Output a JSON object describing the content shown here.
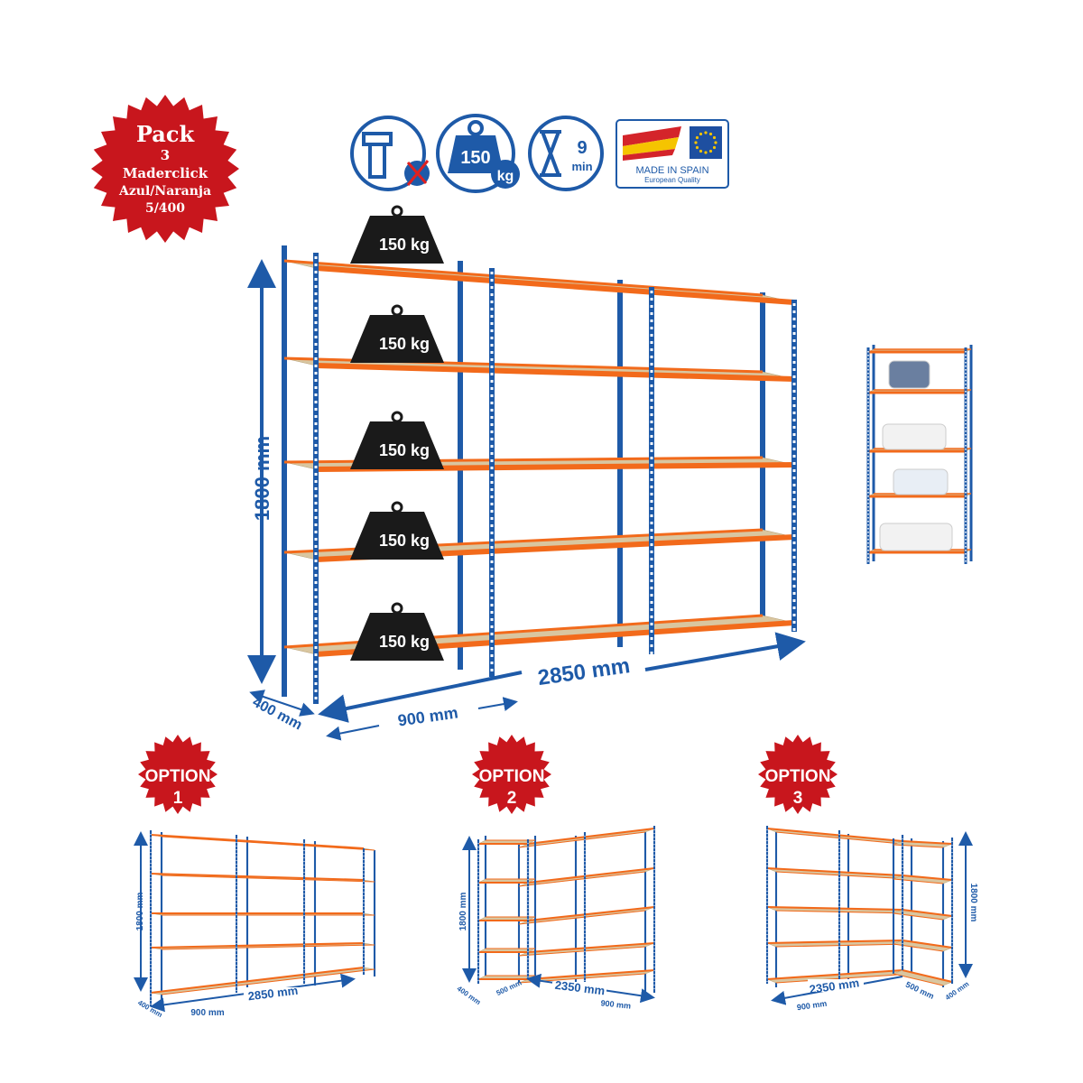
{
  "pack_badge": {
    "line1": "Pack",
    "line2": "3",
    "line3": "Maderclick",
    "line4": "Azul/Naranja",
    "line5": "5/400",
    "color": "#c8161d"
  },
  "feature_icons": [
    {
      "icon": "no-screws-icon"
    },
    {
      "icon": "weight-icon",
      "value": "150",
      "unit": "kg"
    },
    {
      "icon": "hourglass-icon",
      "value": "9",
      "unit": "min"
    },
    {
      "icon": "made-in-spain-icon",
      "label": "MADE IN SPAIN",
      "sublabel": "European Quality"
    }
  ],
  "main_product": {
    "weights": [
      "150 kg",
      "150 kg",
      "150 kg",
      "150 kg",
      "150 kg"
    ],
    "height_label": "1800 mm",
    "depth_label": "400 mm",
    "bay_width_label": "900 mm",
    "total_width_label": "2850 mm"
  },
  "options": [
    {
      "label": "OPTION",
      "number": "1",
      "height": "1800 mm",
      "depth": "400 mm",
      "bay": "900 mm",
      "total": "2850 mm"
    },
    {
      "label": "OPTION",
      "number": "2",
      "height": "1800 mm",
      "depth": "400 mm",
      "side": "500 mm",
      "total": "2350 mm",
      "bay": "900 mm"
    },
    {
      "label": "OPTION",
      "number": "3",
      "height": "1800 mm",
      "depth": "400 mm",
      "side": "500 mm",
      "total": "2350 mm",
      "bay": "900 mm"
    }
  ],
  "colors": {
    "upright": "#1e5aa8",
    "beam": "#f26a1b",
    "board": "#d9c6a0",
    "accent": "#c8161d",
    "weight": "#1a1a1a"
  }
}
